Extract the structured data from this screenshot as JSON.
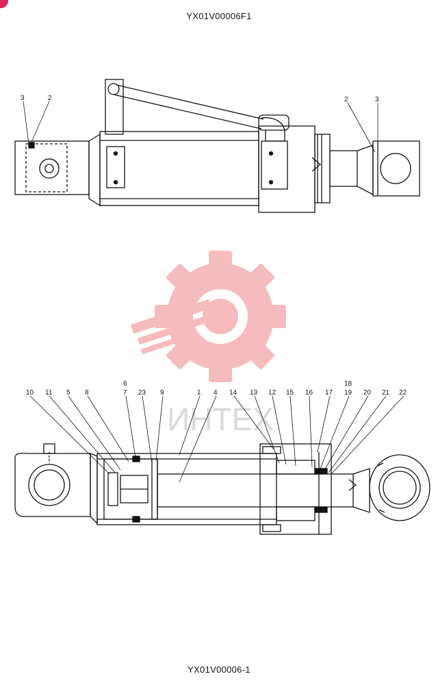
{
  "header": {
    "drawing_code": "YX01V00006F1"
  },
  "footer": {
    "drawing_code": "YX01V00006-1"
  },
  "watermark": {
    "text": "ИНТЕХ",
    "icon": "gear-wrench-icon",
    "color": "#f2a0a4"
  },
  "accent_badge": {
    "color": "#e0245e"
  },
  "top_view": {
    "callouts": [
      {
        "id": "top-left-3",
        "label": "3"
      },
      {
        "id": "top-left-2",
        "label": "2"
      },
      {
        "id": "top-right-2",
        "label": "2"
      },
      {
        "id": "top-right-3",
        "label": "3"
      }
    ]
  },
  "section_view": {
    "callouts": [
      {
        "id": "p10",
        "label": "10"
      },
      {
        "id": "p11",
        "label": "11"
      },
      {
        "id": "p5",
        "label": "5"
      },
      {
        "id": "p8",
        "label": "8"
      },
      {
        "id": "p6",
        "label": "6"
      },
      {
        "id": "p7",
        "label": "7"
      },
      {
        "id": "p23",
        "label": "23"
      },
      {
        "id": "p9",
        "label": "9"
      },
      {
        "id": "p1",
        "label": "1"
      },
      {
        "id": "p4",
        "label": "4"
      },
      {
        "id": "p14",
        "label": "14"
      },
      {
        "id": "p13",
        "label": "13"
      },
      {
        "id": "p12",
        "label": "12"
      },
      {
        "id": "p15",
        "label": "15"
      },
      {
        "id": "p16",
        "label": "16"
      },
      {
        "id": "p17",
        "label": "17"
      },
      {
        "id": "p18",
        "label": "18"
      },
      {
        "id": "p19",
        "label": "19"
      },
      {
        "id": "p20",
        "label": "20"
      },
      {
        "id": "p21",
        "label": "21"
      },
      {
        "id": "p22",
        "label": "22"
      }
    ]
  }
}
